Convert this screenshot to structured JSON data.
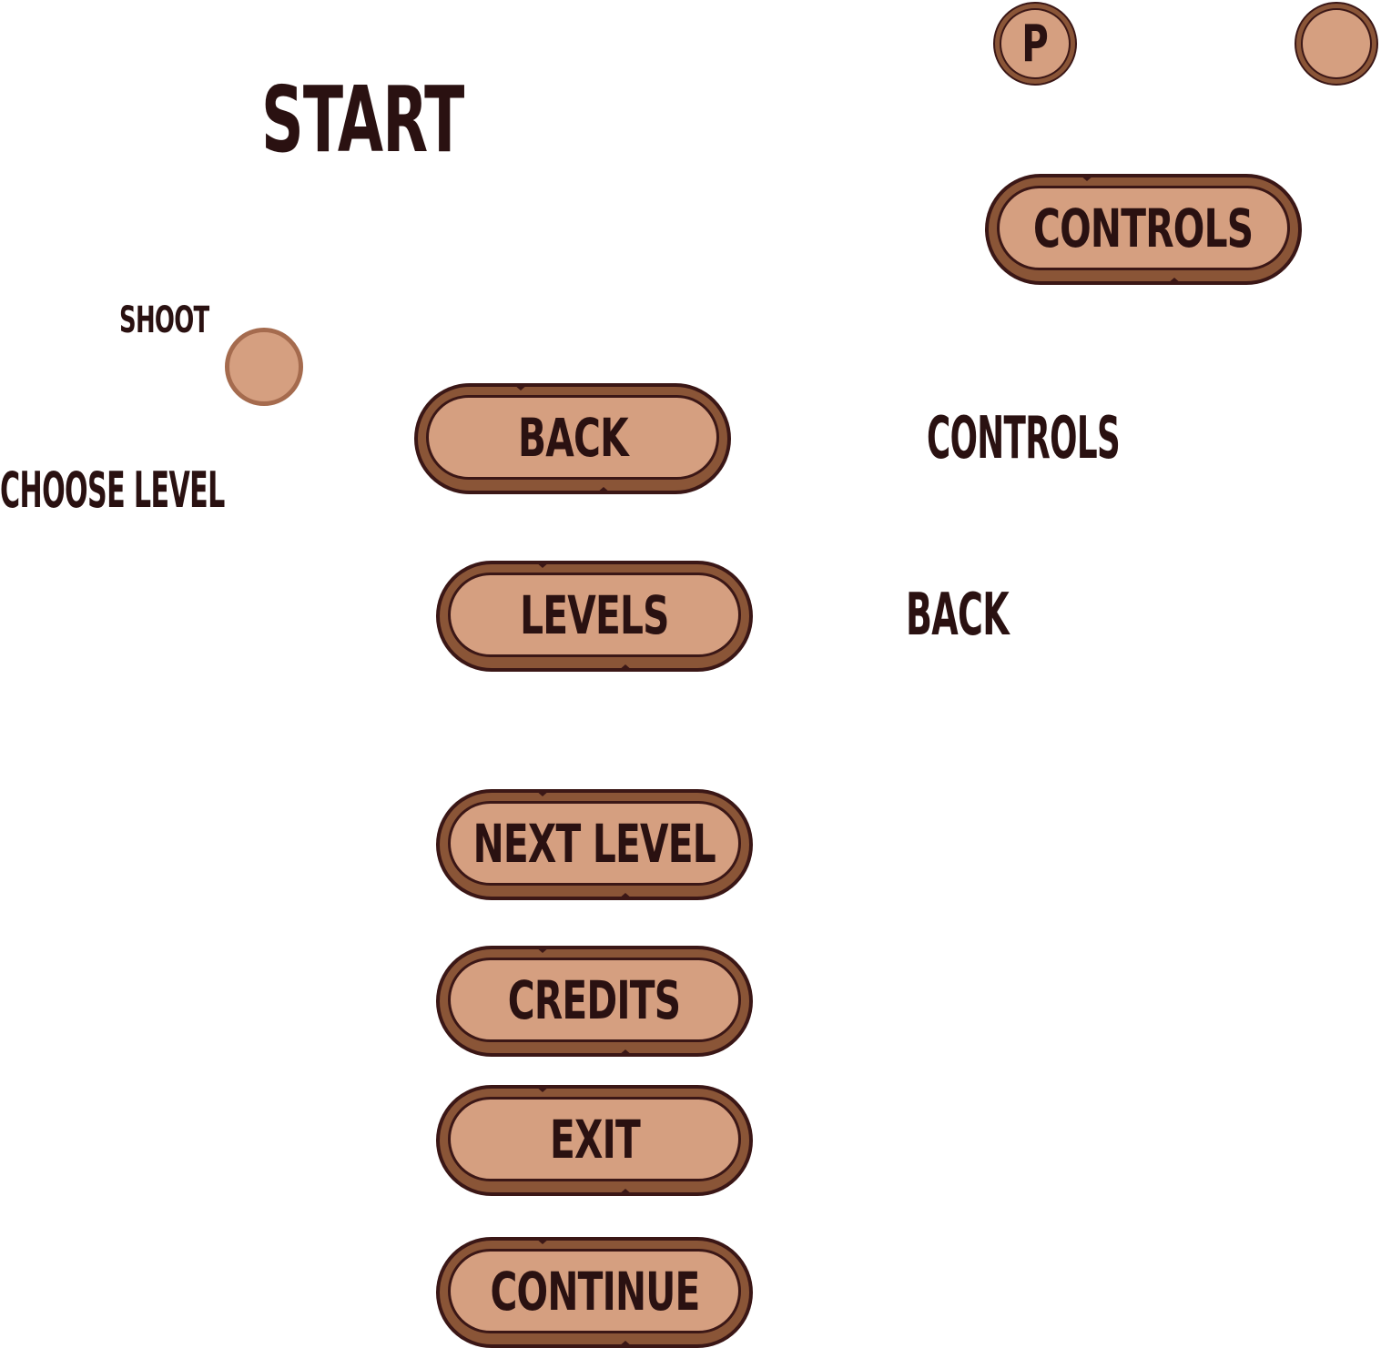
{
  "labels": {
    "start": "START",
    "shoot": "SHOOT",
    "choose_level": "CHOOSE LEVEL",
    "controls": "CONTROLS",
    "back": "BACK"
  },
  "buttons": {
    "controls": "CONTROLS",
    "back": "BACK",
    "levels": "LEVELS",
    "next_level": "NEXT LEVEL",
    "credits": "CREDITS",
    "exit": "EXIT",
    "continue": "CONTINUE"
  },
  "round_buttons": {
    "pause_glyph": "P"
  },
  "colors": {
    "button_fill": "#d59f80",
    "button_rim": "#8a5537",
    "outline": "#3b1716",
    "text": "#2a1111"
  }
}
